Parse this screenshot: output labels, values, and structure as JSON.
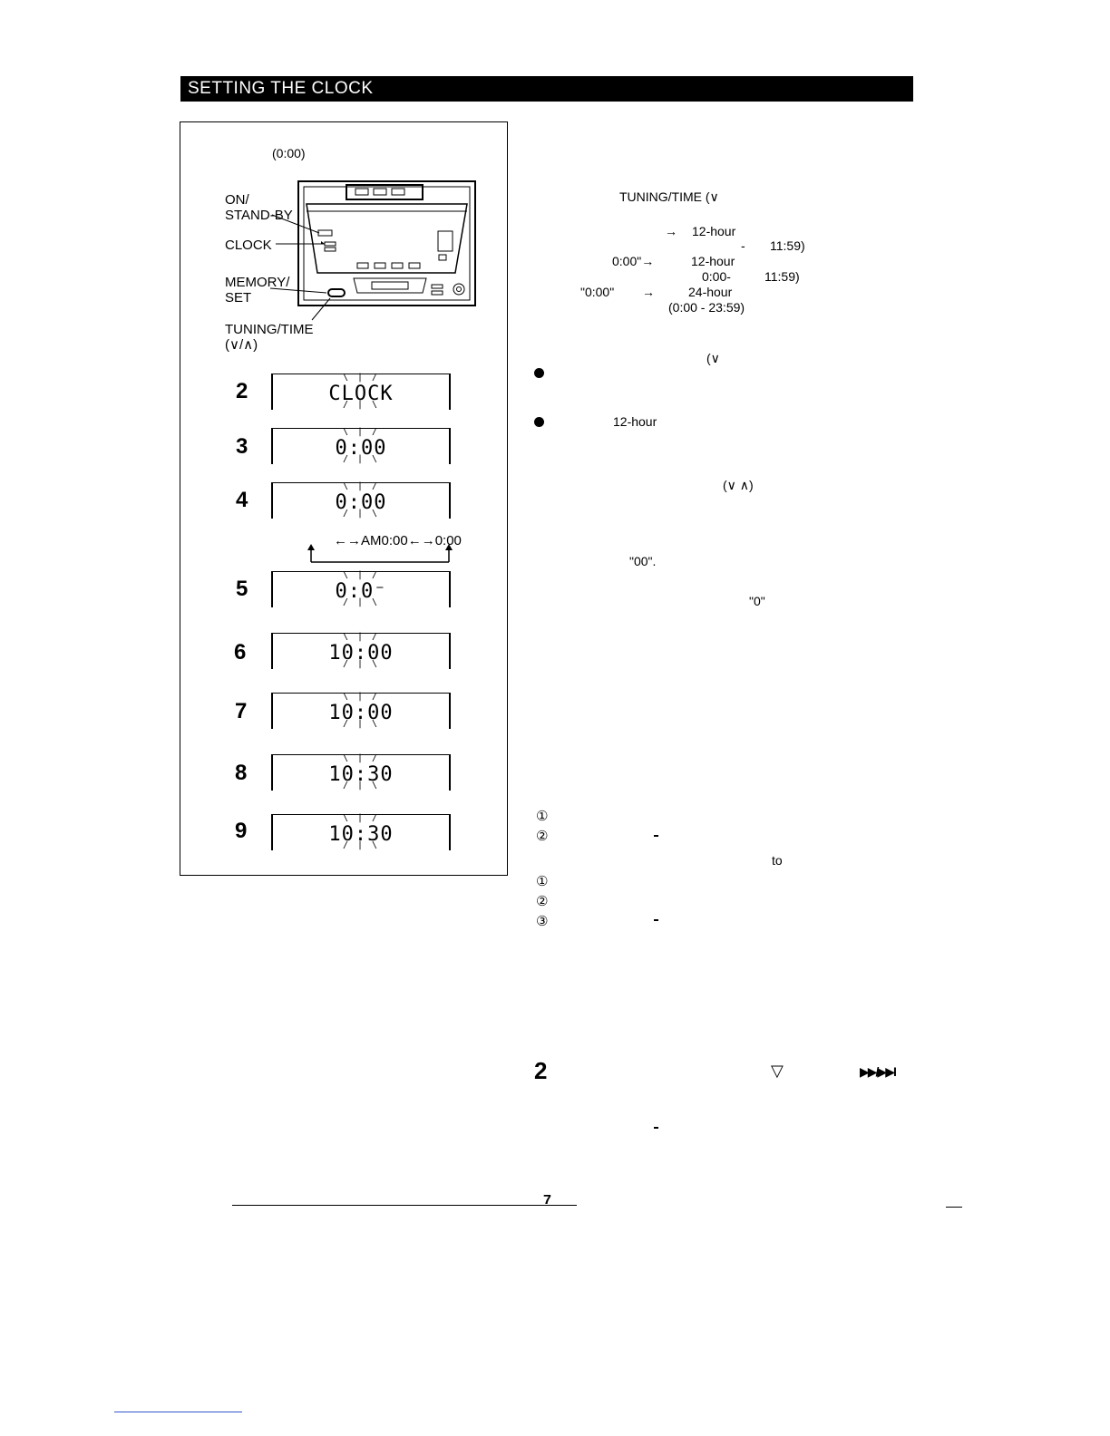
{
  "header": {
    "title": "SETTING THE CLOCK"
  },
  "panel": {
    "top_note": "(0:00)",
    "labels": {
      "on_standby_line1": "ON/",
      "on_standby_line2": "STAND-BY",
      "clock": "CLOCK",
      "memory_line1": "MEMORY/",
      "memory_line2": "SET",
      "tuning_line1": "TUNING/TIME",
      "tuning_line2": "(∨/∧)"
    },
    "steps": [
      {
        "num": "2",
        "display": "CLOCK"
      },
      {
        "num": "3",
        "display": "0:00"
      },
      {
        "num": "4",
        "display": "0:00"
      },
      {
        "num": "5",
        "display": "0:0⁻"
      },
      {
        "num": "6",
        "display": "10:00"
      },
      {
        "num": "7",
        "display": "10:00"
      },
      {
        "num": "8",
        "display": "10:30"
      },
      {
        "num": "9",
        "display": "10:30"
      }
    ],
    "cycle_text": "←→AM0:00←→0:00"
  },
  "right": {
    "tuning_ref": "TUNING/TIME (∨",
    "arrow1": "→",
    "h12_a": "12-hour",
    "dash_a": "-",
    "t1159_a": "11:59)",
    "zero_a": "0:00\"→",
    "h12_b": "12-hour",
    "range_b": "0:00-",
    "t1159_b": "11:59)",
    "zero_c": "\"0:00\"",
    "arrow_c": "→",
    "h24": "24-hour",
    "range_24": "(0:00 - 23:59)",
    "paren_v": "(∨",
    "bullet2_text": "12-hour",
    "v_and_up": "(∨    ∧)",
    "zz": "\"00\".",
    "z": "\"0\"",
    "num_list_a": [
      "①",
      "②"
    ],
    "to_text": "to",
    "num_list_b": [
      "①",
      "②",
      "③"
    ],
    "step2_num": "2",
    "triangle": "▽",
    "ff_symbol": "▶▶/▶▶I",
    "page_number": "7"
  }
}
